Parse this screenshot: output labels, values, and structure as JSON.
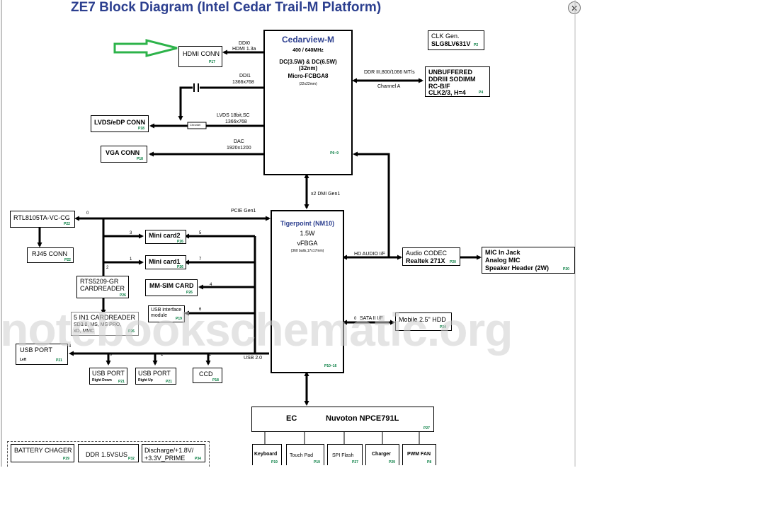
{
  "title": "ZE7 Block Diagram (Intel Cedar Trail-M Platform)",
  "close_icon": "close-icon",
  "watermark": "notebookschematic.org",
  "cpu": {
    "name": "Cedarview-M",
    "freq": "400 / 640MHz",
    "power": "DC(3.5W) & DC(6.5W)",
    "process": "(32nm)",
    "package": "Micro-FCBGA8",
    "size": "(22x22mm)",
    "page": "P6~9"
  },
  "clk": {
    "line1": "CLK Gen.",
    "line2": "SLG8LV631V",
    "page": "P2"
  },
  "sodimm": {
    "line1": "UNBUFFERED",
    "line2": "DDRIII  SODIMM",
    "line3": "RC-B/F",
    "line4": "CLK2/3, H=4",
    "page": "P4",
    "bus_label": "DDR III,800/1066 MT/s",
    "channel_label": "Channel A"
  },
  "hdmi": {
    "label": "HDMI CONN",
    "page": "P17",
    "bus1": "DDI0",
    "bus2": "HDMI 1.3a"
  },
  "lvds": {
    "label": "LVDS/eDP CONN",
    "page": "P18",
    "ddi1": "DDI1",
    "ddi1_res": "1366x768",
    "bus1": "LVDS 18bit,SC",
    "bus2": "1366x768",
    "chip": "Chrontel"
  },
  "vga": {
    "label": "VGA CONN",
    "page": "P18",
    "bus1": "DAC",
    "bus2": "1920x1200"
  },
  "dmi_label": "x2 DMI Gen1",
  "pch": {
    "name": "Tigerpoint (NM10)",
    "power": "1.5W",
    "package": "vFBGA",
    "size": "(360 balls,17x17mm)",
    "page": "P10~16"
  },
  "rtl": {
    "label": "RTL8105TA-VC-CG",
    "page": "P22",
    "port": "0"
  },
  "pcie_label": "PCIE Gen1",
  "rj45": {
    "label": "RJ45 CONN",
    "page": "P22"
  },
  "minicard2": {
    "label": "Mini card2",
    "page": "P26",
    "pcie": "3",
    "usb": "5"
  },
  "minicard1": {
    "label": "Mini card1",
    "page": "P26",
    "pcie": "1",
    "usb": "7"
  },
  "mmsim": {
    "label": "MM-SIM CARD",
    "page": "P26",
    "usb": "4"
  },
  "usbmod": {
    "line1": "USB interface",
    "line2": "module",
    "page": "P19",
    "usb": "6"
  },
  "rts": {
    "line1": "RTS5209-GR",
    "line2": "CARDREADER",
    "page": "P26",
    "pcie": "2"
  },
  "cardreader": {
    "line1": "5 IN1 CARDREADER",
    "line2": "SD3.0, MS, MS PRO,",
    "line3": "xD, MMC",
    "page": "P26"
  },
  "usb_left": {
    "label": "USB PORT",
    "sub": "Left",
    "page": "P21",
    "port": "3"
  },
  "usb_rd": {
    "label": "USB PORT",
    "sub": "Right Down",
    "page": "P21",
    "port": "0"
  },
  "usb_ru": {
    "label": "USB PORT",
    "sub": "Right Up",
    "page": "P21",
    "port": "1"
  },
  "ccd": {
    "label": "CCD",
    "page": "P18",
    "port": "2"
  },
  "usb_label": "USB 2.0",
  "codec": {
    "line1": "Audio CODEC",
    "line2": "Realtek 271X",
    "page": "P20",
    "bus": "HD AUDIO I/F"
  },
  "mic": {
    "line1": "MIC In Jack",
    "line2": "Analog MIC",
    "line3": "Speaker Header (2W)",
    "page": "P20"
  },
  "hdd": {
    "label": "Mobile 2.5\" HDD",
    "page": "P24",
    "bus": "SATA II I/F",
    "port": "0"
  },
  "ec": {
    "label": "EC",
    "name": "Nuvoton NPCE791L",
    "page": "P27"
  },
  "ec_children": [
    {
      "label": "Keyboard",
      "page": "P19"
    },
    {
      "label": "Touch Pad",
      "page": "P19"
    },
    {
      "label": "SPI Flash",
      "page": "P27"
    },
    {
      "label": "Charger",
      "page": "P29"
    },
    {
      "label": "PWM FAN",
      "page": "P8"
    }
  ],
  "power": [
    {
      "line1": "BATTERY CHAGER",
      "line2": "",
      "page": "P29"
    },
    {
      "line1": "DDR 1.5VSUS",
      "line2": "",
      "page": "P32"
    },
    {
      "line1": "Discharge/+1.8V/",
      "line2": "+3.3V_PRIME",
      "page": "P34"
    }
  ],
  "colors": {
    "title": "#2c3f8f",
    "arrow_green": "#2db34a",
    "page_ref": "#007a3d"
  }
}
